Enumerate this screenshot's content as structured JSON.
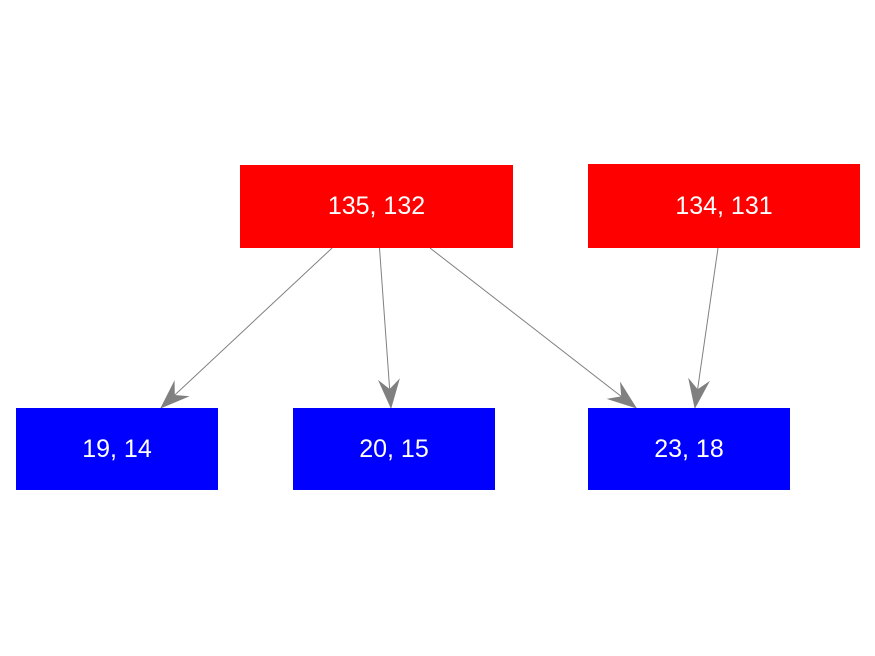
{
  "diagram": {
    "background_color": "#ffffff",
    "edge_color": "#808080",
    "parent_node_fill": "#ff0000",
    "child_node_fill": "#0000ff",
    "node_text_color": "#ffffff",
    "nodes": [
      {
        "id": "node-135-132",
        "label": "135, 132",
        "role": "parent",
        "fill": "#ff0000",
        "text_color": "#ffffff"
      },
      {
        "id": "node-134-131",
        "label": "134, 131",
        "role": "parent",
        "fill": "#ff0000",
        "text_color": "#ffffff"
      },
      {
        "id": "node-19-14",
        "label": "19, 14",
        "role": "child",
        "fill": "#0000ff",
        "text_color": "#ffffff"
      },
      {
        "id": "node-20-15",
        "label": "20, 15",
        "role": "child",
        "fill": "#0000ff",
        "text_color": "#ffffff"
      },
      {
        "id": "node-23-18",
        "label": "23, 18",
        "role": "child",
        "fill": "#0000ff",
        "text_color": "#ffffff"
      }
    ],
    "edges": [
      {
        "from": "node-135-132",
        "to": "node-19-14"
      },
      {
        "from": "node-135-132",
        "to": "node-20-15"
      },
      {
        "from": "node-135-132",
        "to": "node-23-18"
      },
      {
        "from": "node-134-131",
        "to": "node-23-18"
      }
    ]
  }
}
